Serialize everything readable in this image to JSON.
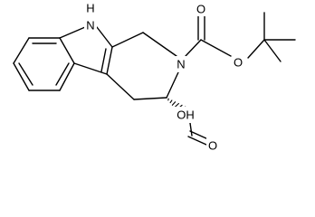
{
  "molecule": {
    "atoms": {
      "indole_nh": "H",
      "indole_n": "N",
      "ring_n": "N",
      "carbamate_o": "O",
      "ester_o": "O",
      "hydroxyl": "OH",
      "acid_o": "O"
    }
  }
}
